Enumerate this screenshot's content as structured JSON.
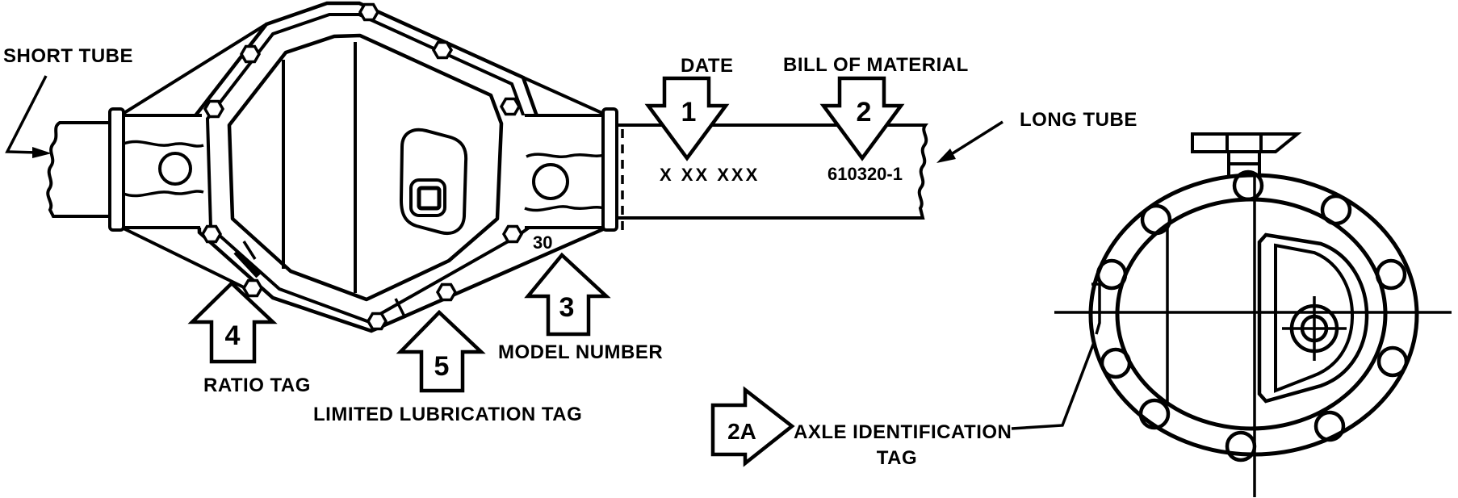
{
  "figure": {
    "type": "technical-line-diagram",
    "subject": "Axle identification locations (differential housing side view and end view)"
  },
  "labels": {
    "short_tube": "SHORT TUBE",
    "date": "DATE",
    "bill_of_material": "BILL OF MATERIAL",
    "long_tube": "LONG TUBE",
    "ratio_tag": "RATIO TAG",
    "limited_lubrication_tag": "LIMITED LUBRICATION TAG",
    "model_number": "MODEL NUMBER",
    "axle_id_line1": "AXLE IDENTIFICATION",
    "axle_id_line2": "TAG"
  },
  "callouts": {
    "date": {
      "number": "1",
      "target": "DATE"
    },
    "bill_of_material": {
      "number": "2",
      "target": "BILL OF MATERIAL"
    },
    "axle_identification_tag": {
      "number": "2A",
      "target": "AXLE IDENTIFICATION TAG"
    },
    "model_number": {
      "number": "3",
      "target": "MODEL NUMBER"
    },
    "ratio_tag": {
      "number": "4",
      "target": "RATIO TAG"
    },
    "limited_lubrication_tag": {
      "number": "5",
      "target": "LIMITED LUBRICATION TAG"
    }
  },
  "stampings": {
    "date_code": "X XX XXX",
    "bill_of_material_code": "610320-1",
    "model_number_code": "30"
  },
  "colors": {
    "line": "#000000",
    "background": "#ffffff"
  }
}
